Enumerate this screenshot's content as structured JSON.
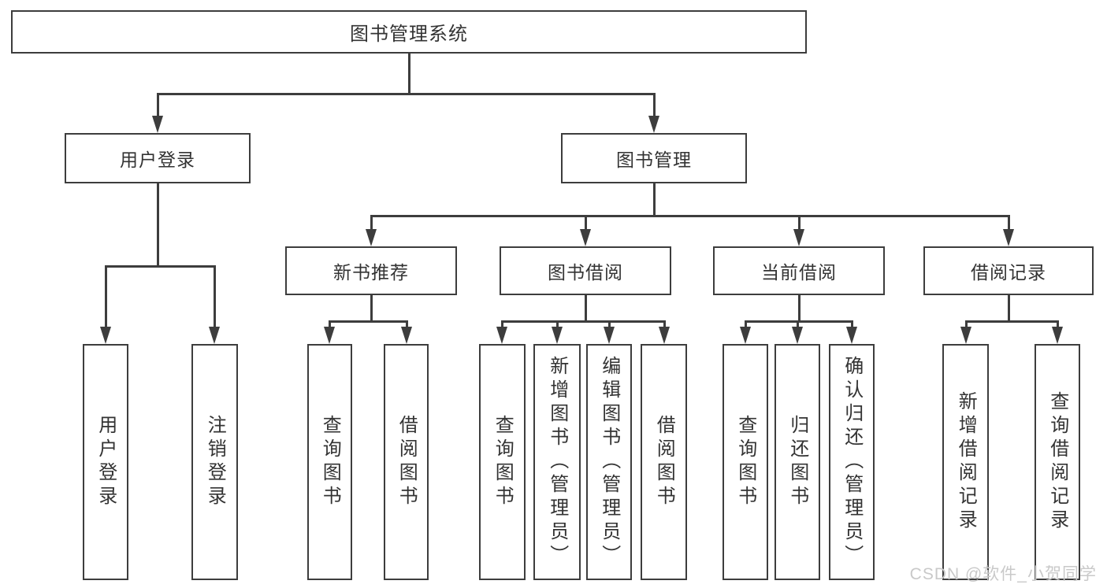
{
  "diagram": {
    "type": "tree",
    "root": {
      "label": "图书管理系统",
      "children": [
        {
          "label": "用户登录",
          "children": [
            {
              "label": "用户登录"
            },
            {
              "label": "注销登录"
            }
          ]
        },
        {
          "label": "图书管理",
          "children": [
            {
              "label": "新书推荐",
              "children": [
                {
                  "label": "查询图书"
                },
                {
                  "label": "借阅图书"
                }
              ]
            },
            {
              "label": "图书借阅",
              "children": [
                {
                  "label": "查询图书"
                },
                {
                  "label": "新增图书（管理员）"
                },
                {
                  "label": "编辑图书（管理员）"
                },
                {
                  "label": "借阅图书"
                }
              ]
            },
            {
              "label": "当前借阅",
              "children": [
                {
                  "label": "查询图书"
                },
                {
                  "label": "归还图书"
                },
                {
                  "label": "确认归还（管理员）"
                }
              ]
            },
            {
              "label": "借阅记录",
              "children": [
                {
                  "label": "新增借阅记录"
                },
                {
                  "label": "查询借阅记录"
                }
              ]
            }
          ]
        }
      ]
    },
    "colors": {
      "line": "#3d3d3d",
      "text": "#333333",
      "watermark": "#c9c9c9",
      "background": "#ffffff"
    }
  },
  "watermark": "CSDN @软件_小贺同学"
}
